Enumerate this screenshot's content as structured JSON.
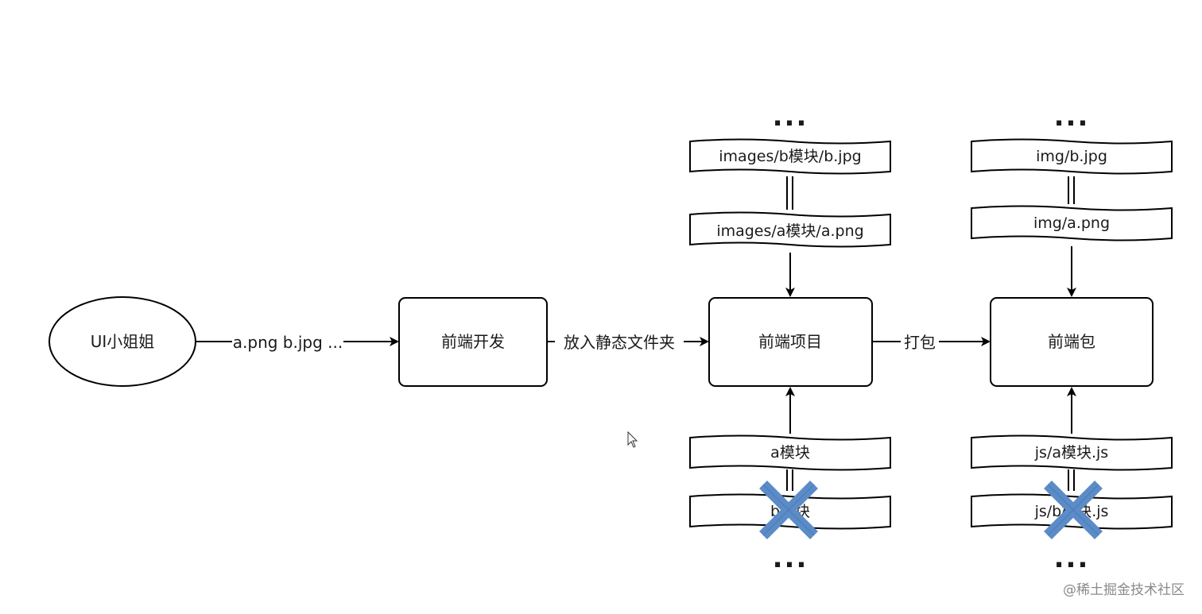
{
  "nodes": {
    "ui_designer": "UI小姐姐",
    "frontend_dev": "前端开发",
    "frontend_project": "前端项目",
    "frontend_package": "前端包"
  },
  "edges": {
    "assets": "a.png b.jpg ...",
    "put_in_static": "放入静态文件夹",
    "bundle": "打包"
  },
  "project_images": {
    "ellipsis": "...",
    "top": "images/b模块/b.jpg",
    "bottom": "images/a模块/a.png"
  },
  "project_modules": {
    "top": "a模块",
    "bottom": "b模块",
    "ellipsis": "..."
  },
  "package_images": {
    "ellipsis": "...",
    "top": "img/b.jpg",
    "bottom": "img/a.png"
  },
  "package_modules": {
    "top": "js/a模块.js",
    "bottom": "js/b模块.js",
    "ellipsis": "..."
  },
  "colors": {
    "stroke": "#000000",
    "cross": "#5b8cc8"
  },
  "icons": {
    "cross": "x-mark-icon",
    "cursor": "mouse-pointer-icon"
  },
  "watermark": "@稀土掘金技术社区"
}
